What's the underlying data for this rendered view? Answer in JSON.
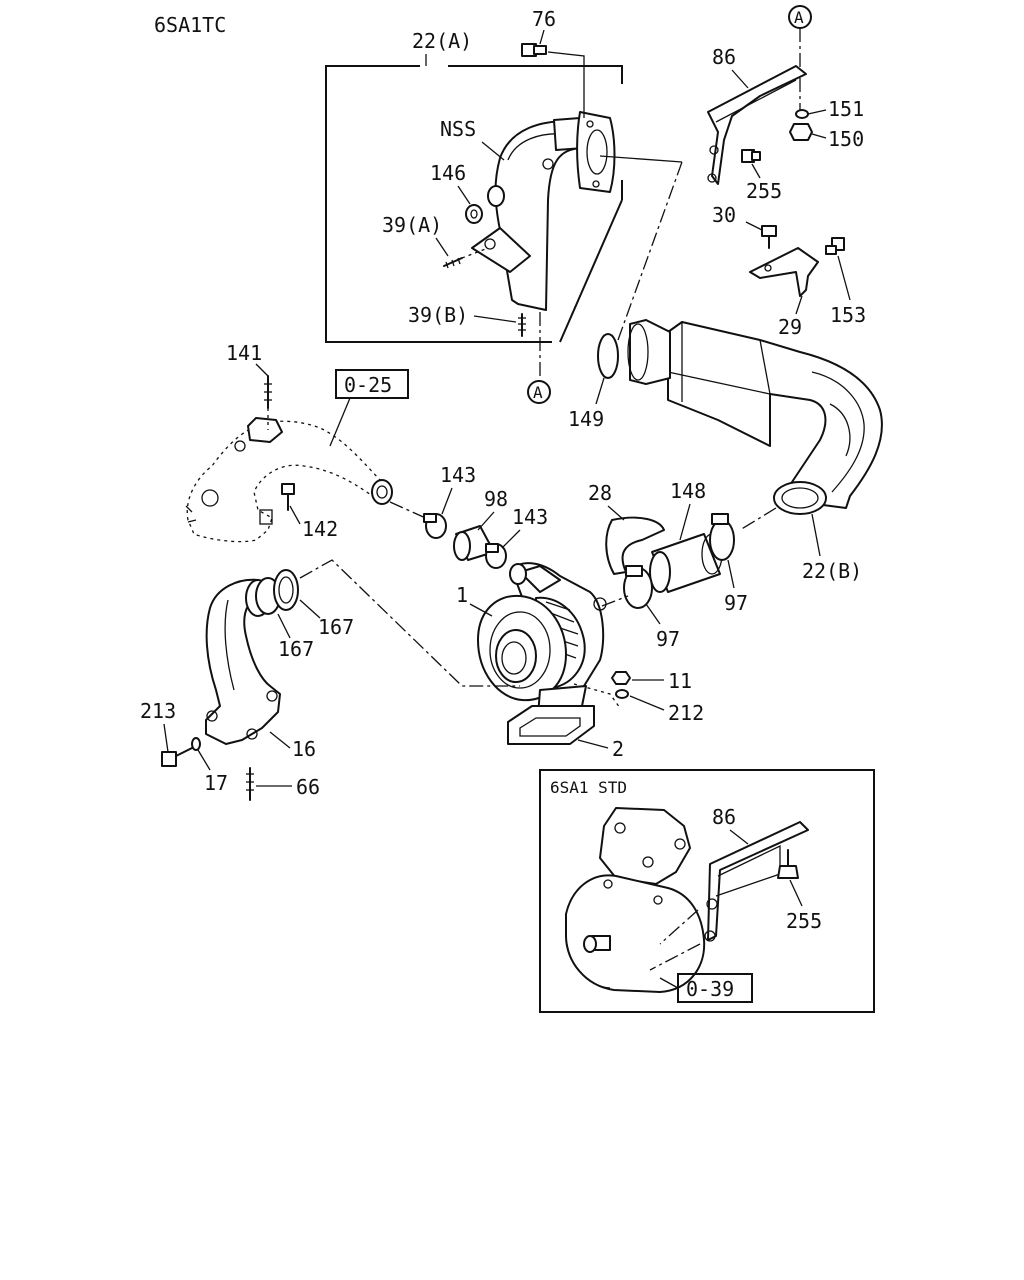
{
  "diagram": {
    "model_label": "6SA1TC",
    "callouts": {
      "p76": "76",
      "p22a": "22(A)",
      "p86_top": "86",
      "circle_a_top": "A",
      "p151": "151",
      "p150": "150",
      "nss": "NSS",
      "p146": "146",
      "p39a": "39(A)",
      "p39b": "39(B)",
      "p255_top": "255",
      "p30": "30",
      "p153": "153",
      "p29": "29",
      "p141": "141",
      "ref_025": "0-25",
      "circle_a_bottom": "A",
      "p149": "149",
      "p143a": "143",
      "p98": "98",
      "p143b": "143",
      "p28": "28",
      "p148": "148",
      "p142": "142",
      "p22b": "22(B)",
      "p1": "1",
      "p167a": "167",
      "p167b": "167",
      "p97a": "97",
      "p97b": "97",
      "p11": "11",
      "p212": "212",
      "p213": "213",
      "p16": "16",
      "p2": "2",
      "p17": "17",
      "p66": "66"
    },
    "inset": {
      "title": "6SA1 STD",
      "p86": "86",
      "p255": "255",
      "ref_039": "0-39"
    }
  }
}
